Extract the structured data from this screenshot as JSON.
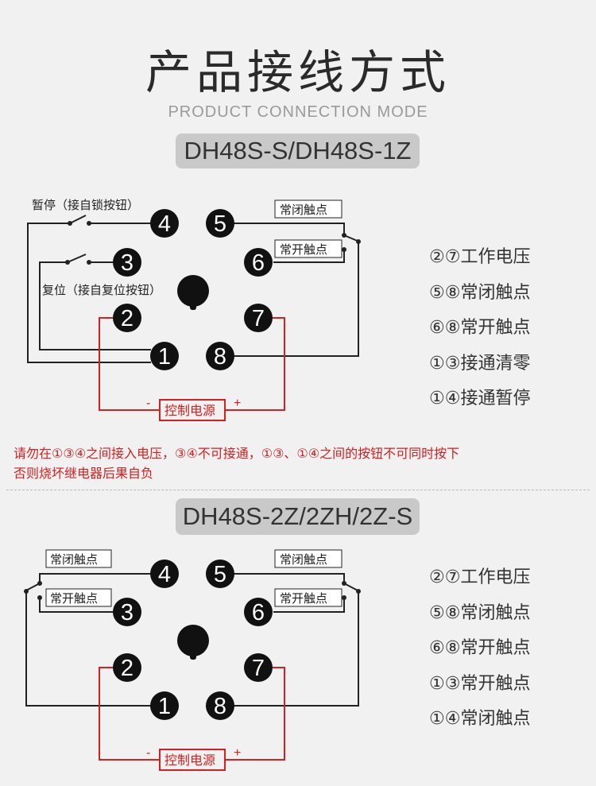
{
  "header": {
    "title": "产品接线方式",
    "subtitle": "PRODUCT CONNECTION MODE"
  },
  "section1": {
    "model": "DH48S-S/DH48S-1Z",
    "pause_label": "暂停（接自锁按钮）",
    "reset_label": "复位（接自复位按钮）",
    "nc_contact_label": "常闭触点",
    "no_contact_label": "常开触点",
    "power_label": "控制电源",
    "minus": "-",
    "plus": "+",
    "pins": [
      "1",
      "2",
      "3",
      "4",
      "5",
      "6",
      "7",
      "8"
    ],
    "legend": [
      "②⑦工作电压",
      "⑤⑧常闭触点",
      "⑥⑧常开触点",
      "①③接通清零",
      "①④接通暂停"
    ]
  },
  "warning": {
    "line1": "请勿在①③④之间接入电压，③④不可接通，①③、①④之间的按钮不可同时按下",
    "line2": "否则烧坏继电器后果自负"
  },
  "section2": {
    "model": "DH48S-2Z/2ZH/2Z-S",
    "nc_contact_left": "常闭触点",
    "no_contact_left": "常开触点",
    "nc_contact_right": "常闭触点",
    "no_contact_right": "常开触点",
    "power_label": "控制电源",
    "minus": "-",
    "plus": "+",
    "pins": [
      "1",
      "2",
      "3",
      "4",
      "5",
      "6",
      "7",
      "8"
    ],
    "legend": [
      "②⑦工作电压",
      "⑤⑧常闭触点",
      "⑥⑧常开触点",
      "①③常开触点",
      "①④常闭触点"
    ]
  },
  "colors": {
    "wire": "#222222",
    "power_wire": "#d42020",
    "pin": "#111111",
    "pin_text": "#ffffff"
  }
}
